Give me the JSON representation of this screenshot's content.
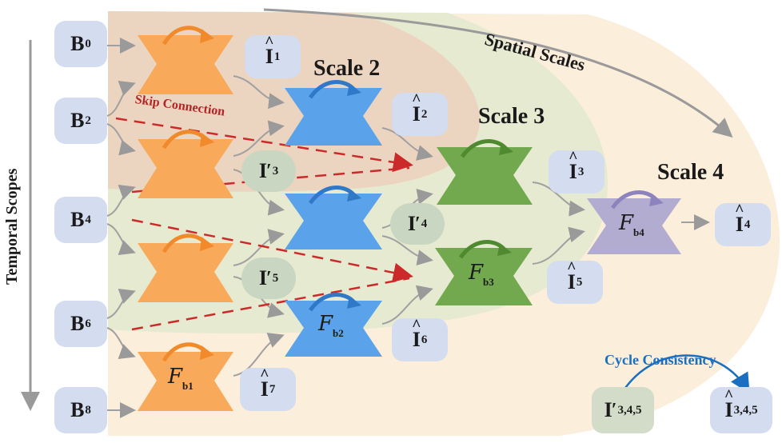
{
  "labels": {
    "spatial_scales": "Spatial Scales",
    "temporal_scopes": "Temporal Scopes",
    "scale2": "Scale 2",
    "scale3": "Scale 3",
    "scale4": "Scale 4",
    "skip_connection": "Skip Connection",
    "cycle_consistency": "Cycle Consistency"
  },
  "inputs": [
    {
      "base": "B",
      "sub": "0"
    },
    {
      "base": "B",
      "sub": "2"
    },
    {
      "base": "B",
      "sub": "4"
    },
    {
      "base": "B",
      "sub": "6"
    },
    {
      "base": "B",
      "sub": "8"
    }
  ],
  "outputs": [
    {
      "base": "I",
      "sub": "1"
    },
    {
      "base": "I",
      "sub": "2"
    },
    {
      "base": "I",
      "sub": "3"
    },
    {
      "base": "I",
      "sub": "4"
    },
    {
      "base": "I",
      "sub": "5"
    },
    {
      "base": "I",
      "sub": "6"
    },
    {
      "base": "I",
      "sub": "7"
    },
    {
      "base": "I",
      "sub": "3,4,5"
    }
  ],
  "intermediates": [
    {
      "base": "I",
      "sub": "3"
    },
    {
      "base": "I",
      "sub": "4"
    },
    {
      "base": "I",
      "sub": "5"
    },
    {
      "base": "I",
      "sub": "3,4,5"
    }
  ],
  "blocks": [
    {
      "base": "F",
      "sub": "b1"
    },
    {
      "base": "F",
      "sub": "b2"
    },
    {
      "base": "F",
      "sub": "b3"
    },
    {
      "base": "F",
      "sub": "b4"
    }
  ],
  "colors": {
    "scale1": "#f9a95a",
    "scale2": "#5aa3ea",
    "scale3": "#72a84e",
    "scale4": "#b3acd1",
    "skip": "#cc2a2a",
    "cycle": "#1b6fc0",
    "node_fill": "#d4dcf0",
    "inter_fill": "#c9d6c2"
  }
}
